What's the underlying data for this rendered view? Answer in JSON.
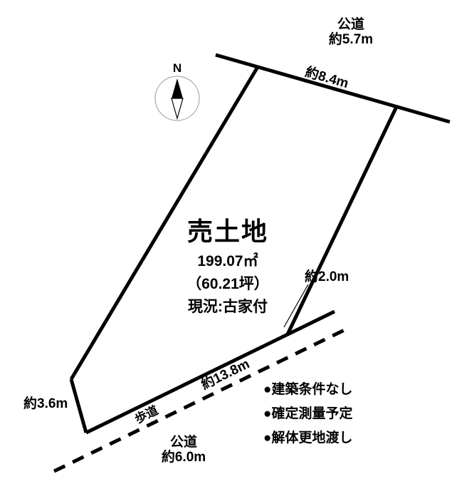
{
  "diagram": {
    "compass_label": "N",
    "top_road": {
      "name": "公道",
      "width": "約5.7m"
    },
    "top_edge_length": "約8.4m",
    "right_edge_length": "約2.0m",
    "bottom_edge_length": "約13.8m",
    "left_bottom_edge_length": "約3.6m",
    "sidewalk_label": "歩道",
    "bottom_road": {
      "name": "公道",
      "width": "約6.0m"
    },
    "parcel": {
      "title": "売土地",
      "area_m2": "199.07㎡",
      "area_tsubo": "（60.21坪）",
      "current_status": "現況:古家付"
    },
    "notes": [
      "●建築条件なし",
      "●確定測量予定",
      "●解体更地渡し"
    ],
    "line_color": "#000000"
  }
}
